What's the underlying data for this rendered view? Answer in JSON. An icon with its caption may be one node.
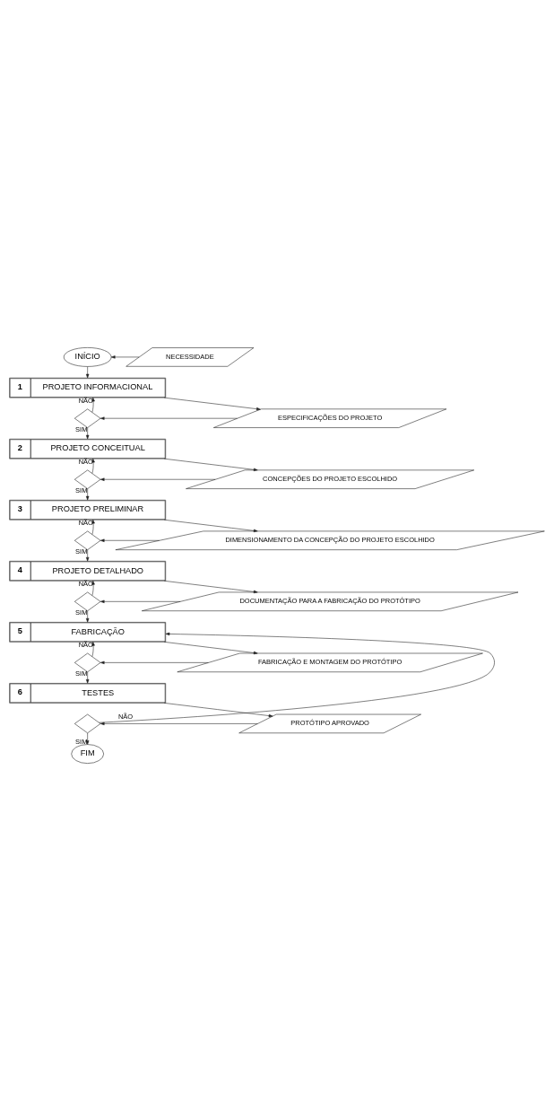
{
  "diagram": {
    "nodes": [
      {
        "text": [
          "INÍCIO"
        ]
      },
      {
        "text": [
          "NECESSIDADE"
        ]
      },
      {
        "text": [
          "1",
          "PROJETO INFORMACIONAL"
        ]
      },
      {
        "text": [],
        "shape": "diamond"
      },
      {
        "text": [
          "ESPECIFICAÇÕES DO PROJETO"
        ]
      },
      {
        "text": [
          "2",
          "PROJETO CONCEITUAL"
        ]
      },
      {
        "text": [],
        "shape": "diamond"
      },
      {
        "text": [
          "CONCEPÇÕES DO PROJETO ESCOLHIDO"
        ]
      },
      {
        "text": [
          "3",
          "PROJETO PRELIMINAR"
        ]
      },
      {
        "text": [],
        "shape": "diamond"
      },
      {
        "text": [
          "DIMENSIONAMENTO DA CONCEPÇÃO DO PROJETO ESCOLHIDO"
        ]
      },
      {
        "text": [
          "4",
          "PROJETO DETALHADO"
        ]
      },
      {
        "text": [],
        "shape": "diamond"
      },
      {
        "text": [
          "DOCUMENTAÇÃO PARA A FABRICAÇÃO DO PROTÓTIPO"
        ]
      },
      {
        "text": [
          "5",
          "FABRICAÇÃO"
        ]
      },
      {
        "text": [],
        "shape": "diamond"
      },
      {
        "text": [
          "FABRICAÇÃO E MONTAGEM DO PROTÓTIPO"
        ]
      },
      {
        "text": [
          "6",
          "TESTES"
        ]
      },
      {
        "text": [],
        "shape": "diamond"
      },
      {
        "text": [
          "PROTÓTIPO APROVADO"
        ]
      },
      {
        "text": [
          "FIM"
        ]
      }
    ],
    "edges": [
      {
        "from": 1,
        "to": 0,
        "arrow": "to"
      },
      {
        "from": 0,
        "to": 2,
        "arrow": "to"
      },
      {
        "from": 2,
        "to": 4,
        "arrow": "to"
      },
      {
        "from": 4,
        "to": 3,
        "arrow": "to"
      },
      {
        "from": 3,
        "to": 5,
        "arrow": "to",
        "label": "SIM"
      },
      {
        "from": 3,
        "to": 2,
        "arrow": "to",
        "label": "NÃO"
      },
      {
        "from": 5,
        "to": 7,
        "arrow": "to"
      },
      {
        "from": 7,
        "to": 6,
        "arrow": "to"
      },
      {
        "from": 6,
        "to": 8,
        "arrow": "to",
        "label": "SIM"
      },
      {
        "from": 6,
        "to": 5,
        "arrow": "to",
        "label": "NÃO"
      },
      {
        "from": 8,
        "to": 10,
        "arrow": "to"
      },
      {
        "from": 10,
        "to": 9,
        "arrow": "to"
      },
      {
        "from": 9,
        "to": 11,
        "arrow": "to",
        "label": "SIM"
      },
      {
        "from": 9,
        "to": 8,
        "arrow": "to",
        "label": "NÃO"
      },
      {
        "from": 11,
        "to": 13,
        "arrow": "to"
      },
      {
        "from": 13,
        "to": 12,
        "arrow": "to"
      },
      {
        "from": 12,
        "to": 14,
        "arrow": "to",
        "label": "SIM"
      },
      {
        "from": 12,
        "to": 11,
        "arrow": "to",
        "label": "NÃO"
      },
      {
        "from": 14,
        "to": 16,
        "arrow": "to"
      },
      {
        "from": 16,
        "to": 15,
        "arrow": "to"
      },
      {
        "from": 15,
        "to": 17,
        "arrow": "to",
        "label": "SIM"
      },
      {
        "from": 15,
        "to": 14,
        "arrow": "to",
        "label": "NÃO"
      },
      {
        "from": 17,
        "to": 19,
        "arrow": "to"
      },
      {
        "from": 19,
        "to": 18,
        "arrow": "to"
      },
      {
        "from": 18,
        "to": 20,
        "arrow": "to",
        "label": "SIM"
      },
      {
        "from": 18,
        "to": 14,
        "arrow": "to",
        "label": "NÃO"
      }
    ]
  }
}
